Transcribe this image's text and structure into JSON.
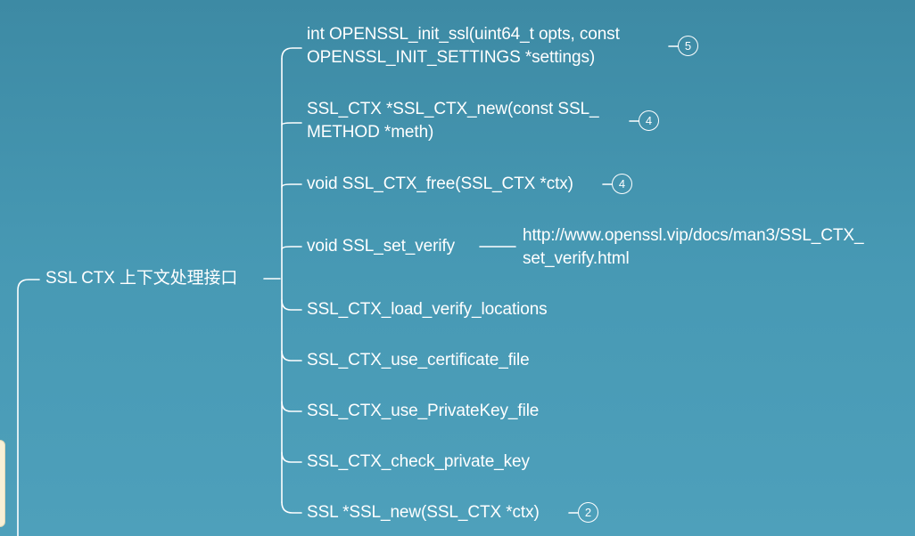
{
  "mindmap": {
    "branch": {
      "label": "SSL CTX 上下文处理接口"
    },
    "children": [
      {
        "line1": "int OPENSSL_init_ssl(uint64_t opts, const",
        "line2": "OPENSSL_INIT_SETTINGS *settings)",
        "badge": "5"
      },
      {
        "line1": "SSL_CTX *SSL_CTX_new(const SSL_",
        "line2": "METHOD *meth)",
        "badge": "4"
      },
      {
        "label": "void SSL_CTX_free(SSL_CTX *ctx)",
        "badge": "4"
      },
      {
        "label": "void SSL_set_verify",
        "link_line1": "http://www.openssl.vip/docs/man3/SSL_CTX_",
        "link_line2": "set_verify.html"
      },
      {
        "label": "SSL_CTX_load_verify_locations"
      },
      {
        "label": "SSL_CTX_use_certificate_file"
      },
      {
        "label": "SSL_CTX_use_PrivateKey_file"
      },
      {
        "label": "SSL_CTX_check_private_key"
      },
      {
        "label": "SSL *SSL_new(SSL_CTX *ctx)",
        "badge": "2"
      }
    ]
  }
}
